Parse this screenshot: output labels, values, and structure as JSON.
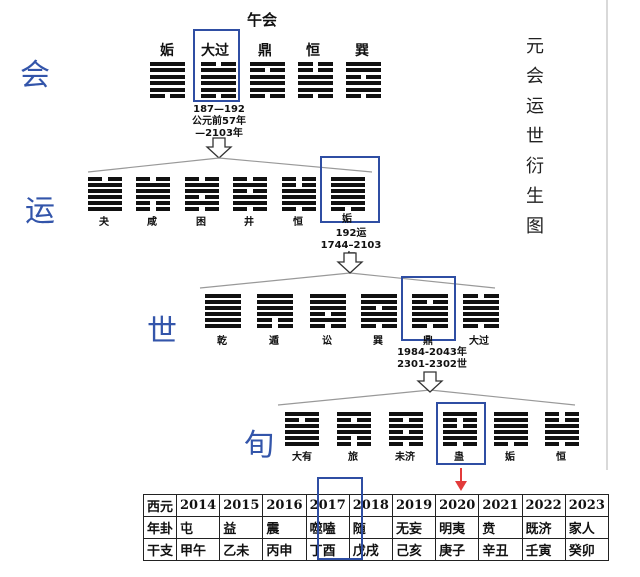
{
  "title": "午会",
  "side_title": [
    "元",
    "会",
    "运",
    "世",
    "衍",
    "生",
    "图"
  ],
  "levels": {
    "hui": "会",
    "yun": "运",
    "shi": "世",
    "xun": "旬"
  },
  "row1": {
    "names": [
      "姤",
      "大过",
      "鼎",
      "恒",
      "巽"
    ],
    "note": [
      "187—192",
      "公元前57年",
      "—2103年"
    ]
  },
  "row2": {
    "names": [
      "夬",
      "咸",
      "困",
      "井",
      "恒",
      "姤"
    ],
    "note": [
      "192运",
      "1744–2103年"
    ]
  },
  "row3": {
    "names": [
      "乾",
      "遁",
      "讼",
      "巽",
      "鼎",
      "大过"
    ],
    "note": [
      "1984-2043年",
      "2301-2302世"
    ]
  },
  "row4": {
    "names": [
      "大有",
      "旅",
      "未济",
      "蛊",
      "姤",
      "恒"
    ]
  },
  "table": {
    "rows": [
      [
        "西元",
        "2014",
        "2015",
        "2016",
        "2017",
        "2018",
        "2019",
        "2020",
        "2021",
        "2022",
        "2023"
      ],
      [
        "年卦",
        "屯",
        "益",
        "震",
        "噬嗑",
        "随",
        "无妄",
        "明夷",
        "贲",
        "既济",
        "家人"
      ],
      [
        "干支",
        "甲午",
        "乙未",
        "丙申",
        "丁酉",
        "戊戌",
        "己亥",
        "庚子",
        "辛丑",
        "壬寅",
        "癸卯"
      ]
    ]
  },
  "colors": {
    "highlight": "#2f4ea3",
    "marker": "#e23b3b",
    "level_text": "#3355aa"
  }
}
